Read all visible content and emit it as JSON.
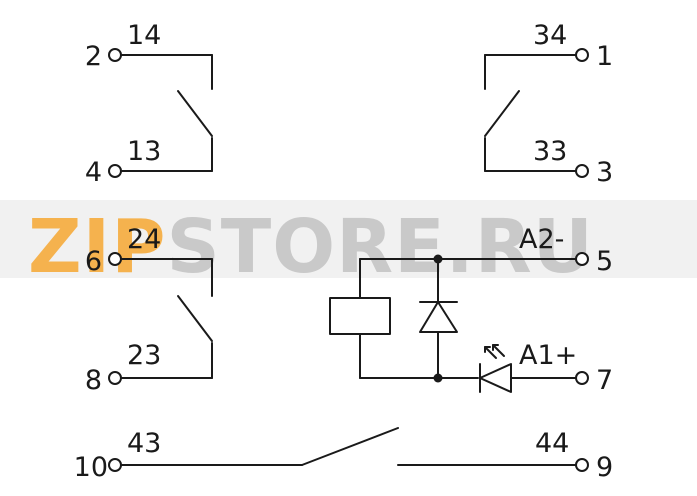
{
  "watermark": {
    "prefix": "ZIP",
    "rest": "STORE.RU",
    "prefix_color": "#f5b24e",
    "rest_color": "#c9c9c9"
  },
  "line_color": "#1a1a1a",
  "pin_numbers": {
    "p1": "1",
    "p2": "2",
    "p3": "3",
    "p4": "4",
    "p5": "5",
    "p6": "6",
    "p7": "7",
    "p8": "8",
    "p9": "9",
    "p10": "10"
  },
  "contact_labels": {
    "c14": "14",
    "c13": "13",
    "c24": "24",
    "c23": "23",
    "c34": "34",
    "c33": "33",
    "c43": "43",
    "c44": "44"
  },
  "coil_labels": {
    "a2": "A2-",
    "a1": "A1+"
  }
}
